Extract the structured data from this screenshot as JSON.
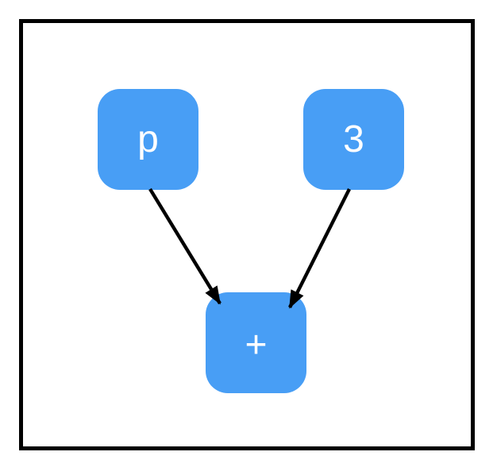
{
  "diagram": {
    "kind": "expression-tree",
    "expression": "p + 3",
    "nodes": [
      {
        "id": "p",
        "label": "p"
      },
      {
        "id": "3",
        "label": "3"
      },
      {
        "id": "plus",
        "label": "+"
      }
    ],
    "edges": [
      {
        "from": "p",
        "to": "plus"
      },
      {
        "from": "3",
        "to": "plus"
      }
    ],
    "colors": {
      "node_fill": "#489EF5",
      "node_text": "#FFFFFF",
      "edge": "#000000",
      "frame_border": "#000000",
      "background": "#FFFFFF"
    }
  }
}
